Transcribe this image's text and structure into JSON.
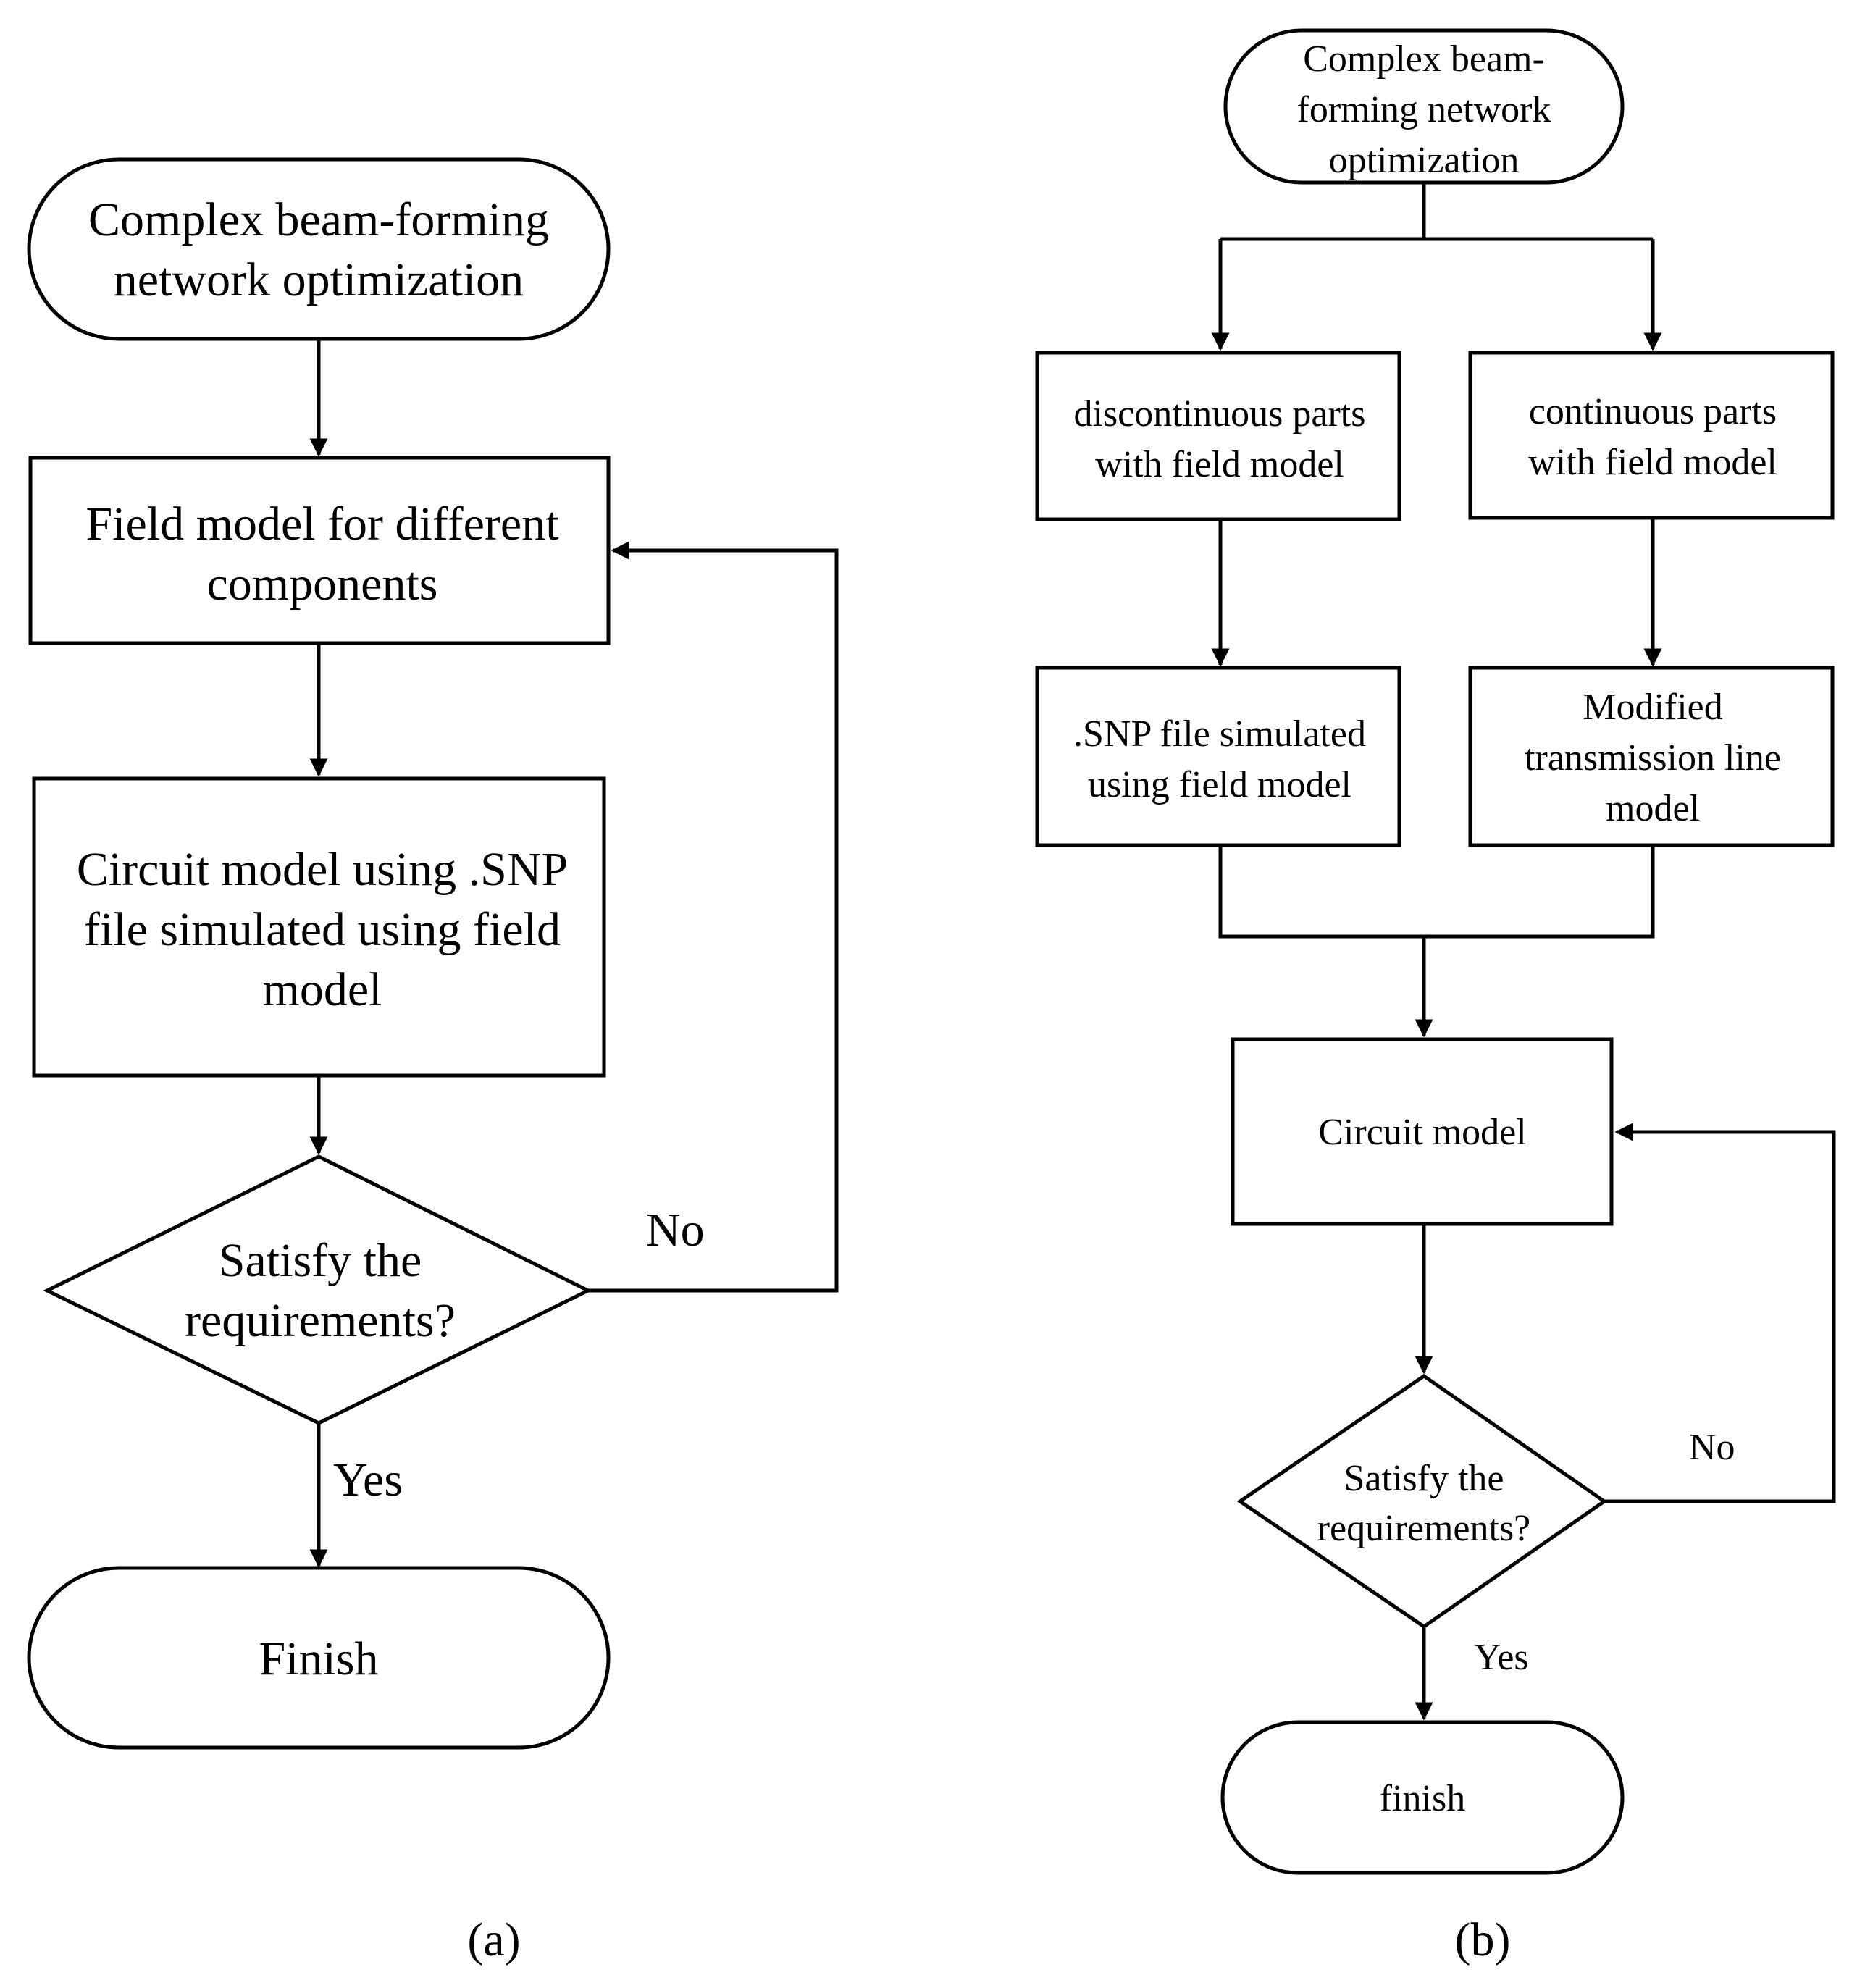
{
  "diagram_a": {
    "start": [
      "Complex beam-forming",
      "network optimization"
    ],
    "field_model": [
      "Field model for different",
      "components"
    ],
    "circuit_model": [
      "Circuit model using .SNP",
      "file simulated using field",
      "model"
    ],
    "decision": [
      "Satisfy the",
      "requirements?"
    ],
    "no_label": "No",
    "yes_label": "Yes",
    "finish": "Finish",
    "caption": "(a)"
  },
  "diagram_b": {
    "start": [
      "Complex beam-",
      "forming network",
      "optimization"
    ],
    "discontinuous": [
      "discontinuous parts",
      "with field model"
    ],
    "continuous": [
      "continuous parts",
      "with field model"
    ],
    "snp_file": [
      ".SNP file simulated",
      "using field model"
    ],
    "transmission": [
      "Modified",
      "transmission line",
      "model"
    ],
    "circuit_model": "Circuit model",
    "decision": [
      "Satisfy the",
      "requirements?"
    ],
    "no_label": "No",
    "yes_label": "Yes",
    "finish": "finish",
    "caption": "(b)"
  }
}
